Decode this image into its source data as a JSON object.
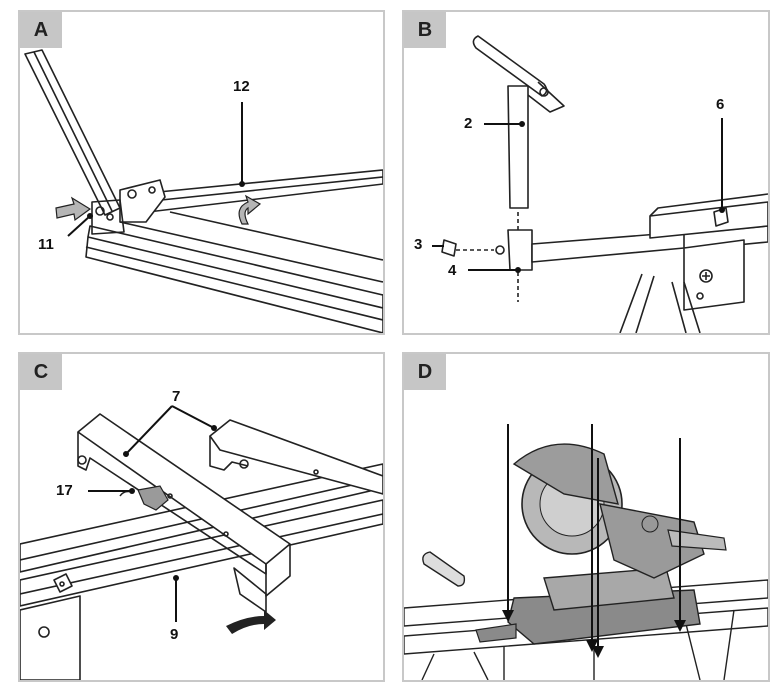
{
  "panels": [
    {
      "letter": "A",
      "callouts": [
        "12",
        "11"
      ]
    },
    {
      "letter": "B",
      "callouts": [
        "2",
        "6",
        "3",
        "4"
      ]
    },
    {
      "letter": "C",
      "callouts": [
        "7",
        "17",
        "9"
      ]
    },
    {
      "letter": "D",
      "callouts": []
    }
  ],
  "colors": {
    "border": "#c8c8c8",
    "tag_bg": "#c6c6c6",
    "line": "#222222",
    "tool_gray": "#9a9a9a",
    "arrow_fill": "#b5b5b5"
  }
}
